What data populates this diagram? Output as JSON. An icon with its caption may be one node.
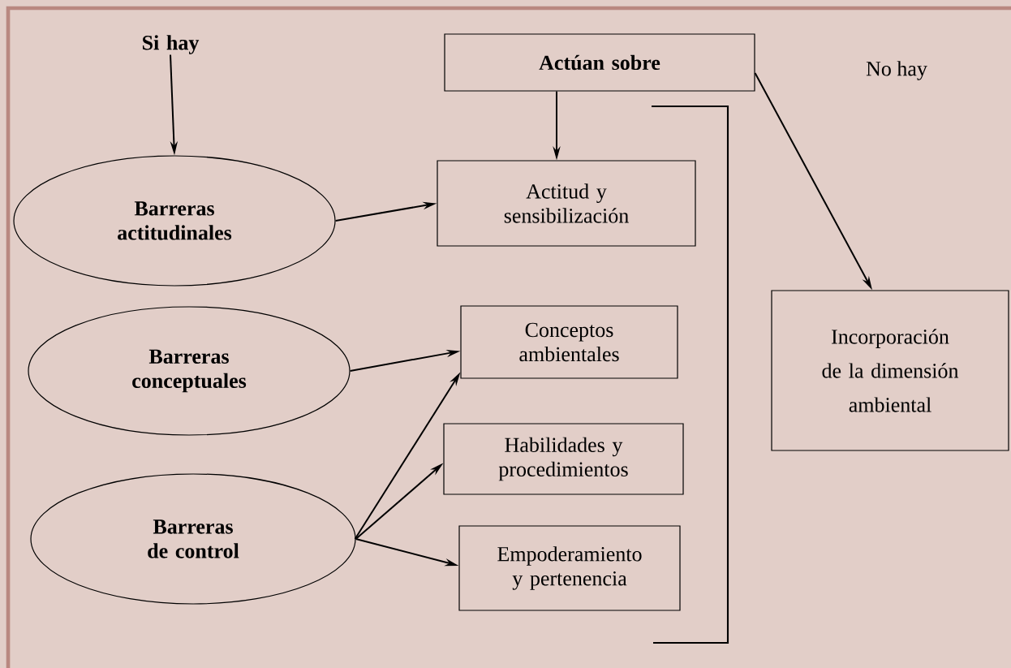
{
  "diagram": {
    "nodes": [
      {
        "text": [
          "Si hay"
        ]
      },
      {
        "text": [
          "Actúan sobre"
        ]
      },
      {
        "text": [
          "Barreras actitudinales"
        ]
      },
      {
        "text": [
          "Actitud y sensibilización"
        ]
      },
      {
        "text": [
          "Incorporación de la dimensión ambiental"
        ]
      },
      {
        "text": [
          "Barreras conceptuales"
        ]
      },
      {
        "text": [
          "Conceptos ambientales"
        ]
      },
      {
        "text": [
          "Habilidades y procedimientos"
        ]
      },
      {
        "text": [
          "Barreras de control"
        ]
      },
      {
        "text": [
          "Empoderamiento y pertenencia"
        ]
      }
    ],
    "edges": [
      {
        "from": 0,
        "to": 2,
        "arrow": "to"
      },
      {
        "from": 1,
        "to": 3,
        "arrow": "to"
      },
      {
        "from": 1,
        "to": 4,
        "arrow": "to"
      },
      {
        "from": 2,
        "to": 3,
        "arrow": "to"
      },
      {
        "from": 5,
        "to": 6,
        "arrow": "to"
      },
      {
        "from": 8,
        "to": 6,
        "arrow": "to"
      },
      {
        "from": 8,
        "to": 7,
        "arrow": "to"
      },
      {
        "from": 8,
        "to": 9,
        "arrow": "to"
      }
    ],
    "labels": [
      "No hay"
    ]
  }
}
